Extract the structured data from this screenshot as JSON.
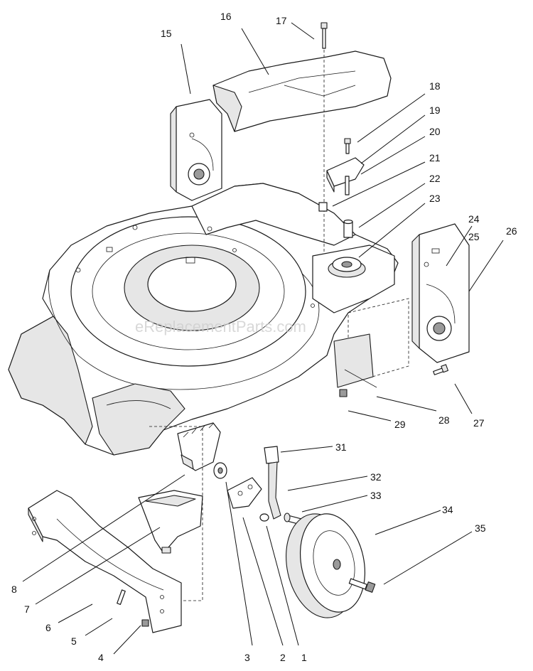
{
  "watermark": "eReplacementParts.com",
  "callouts": [
    {
      "id": "1",
      "label": "1"
    },
    {
      "id": "2",
      "label": "2"
    },
    {
      "id": "3",
      "label": "3"
    },
    {
      "id": "4",
      "label": "4"
    },
    {
      "id": "5",
      "label": "5"
    },
    {
      "id": "6",
      "label": "6"
    },
    {
      "id": "7",
      "label": "7"
    },
    {
      "id": "8",
      "label": "8"
    },
    {
      "id": "15",
      "label": "15"
    },
    {
      "id": "16",
      "label": "16"
    },
    {
      "id": "17",
      "label": "17"
    },
    {
      "id": "18",
      "label": "18"
    },
    {
      "id": "19",
      "label": "19"
    },
    {
      "id": "20",
      "label": "20"
    },
    {
      "id": "21",
      "label": "21"
    },
    {
      "id": "22",
      "label": "22"
    },
    {
      "id": "23",
      "label": "23"
    },
    {
      "id": "24",
      "label": "24"
    },
    {
      "id": "25",
      "label": "25"
    },
    {
      "id": "26",
      "label": "26"
    },
    {
      "id": "27",
      "label": "27"
    },
    {
      "id": "28",
      "label": "28"
    },
    {
      "id": "29",
      "label": "29"
    },
    {
      "id": "31",
      "label": "31"
    },
    {
      "id": "32",
      "label": "32"
    },
    {
      "id": "33",
      "label": "33"
    },
    {
      "id": "34",
      "label": "34"
    },
    {
      "id": "35",
      "label": "35"
    }
  ]
}
